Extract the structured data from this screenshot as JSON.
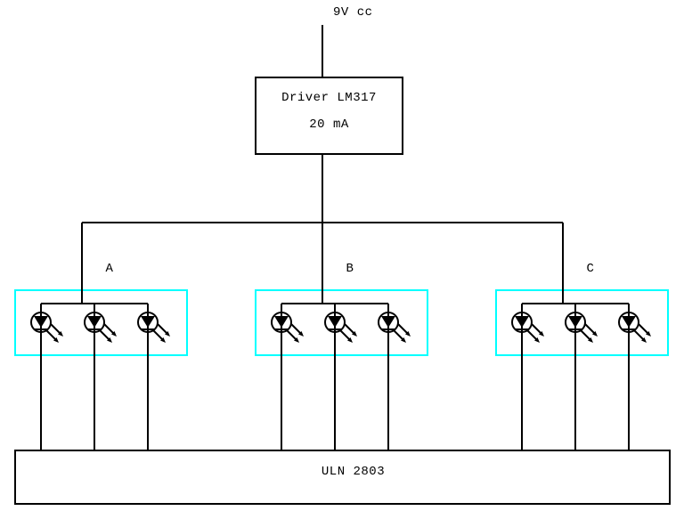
{
  "colors": {
    "wire": "#000000",
    "group_outline": "#00ffff",
    "background": "#ffffff"
  },
  "diagram": {
    "supply_label": "9V cc",
    "driver": {
      "name": "Driver LM317",
      "current": "20 mA"
    },
    "groups": [
      {
        "label": "A",
        "led_count": 3
      },
      {
        "label": "B",
        "led_count": 3
      },
      {
        "label": "C",
        "led_count": 3
      }
    ],
    "output_ic_label": "ULN 2803"
  }
}
